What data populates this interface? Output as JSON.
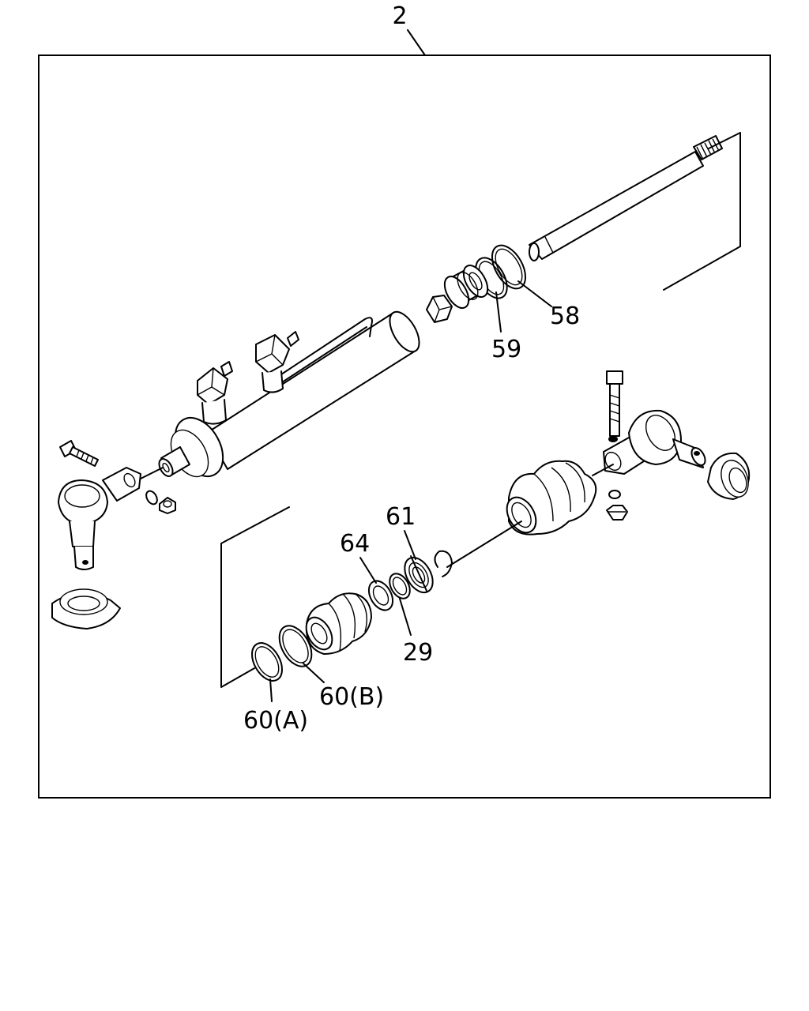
{
  "assembly_label": "2",
  "callouts": [
    {
      "id": "58",
      "label": "58"
    },
    {
      "id": "59",
      "label": "59"
    },
    {
      "id": "61",
      "label": "61"
    },
    {
      "id": "64",
      "label": "64"
    },
    {
      "id": "29",
      "label": "29"
    },
    {
      "id": "60b",
      "label": "60(B)"
    },
    {
      "id": "60a",
      "label": "60(A)"
    }
  ]
}
